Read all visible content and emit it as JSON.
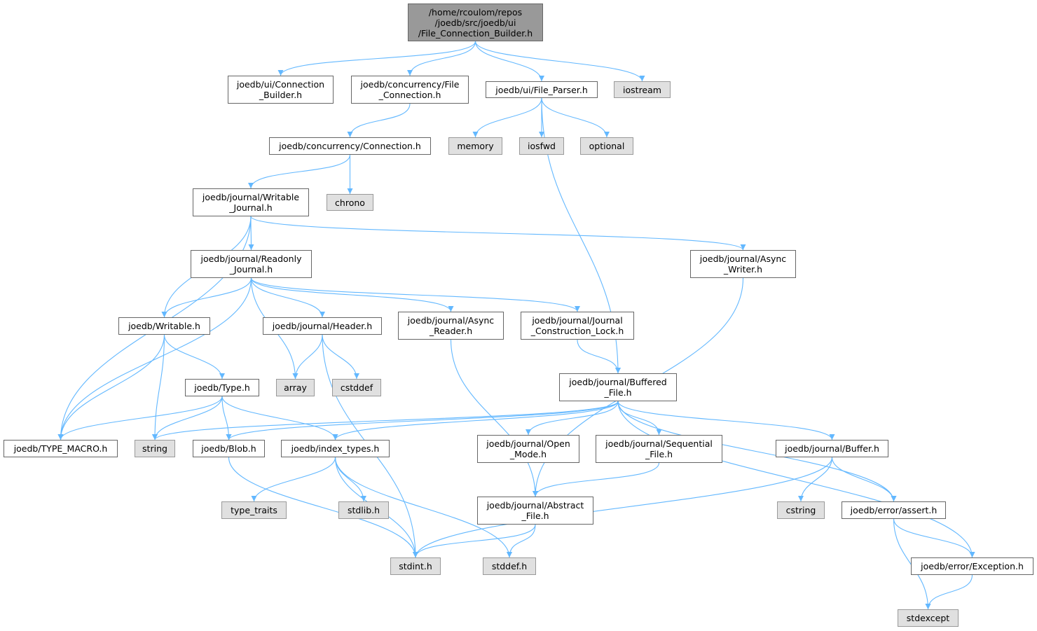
{
  "colors": {
    "edge": "#63b8ff",
    "node_border": "#666666",
    "system_fill": "#e0e0e0",
    "root_fill": "#999999"
  },
  "nodes": {
    "root": [
      "/home/rcoulom/repos",
      "/joedb/src/joedb/ui",
      "/File_Connection_Builder.h"
    ],
    "connection_builder": [
      "joedb/ui/Connection",
      "_Builder.h"
    ],
    "file_connection": [
      "joedb/concurrency/File",
      "_Connection.h"
    ],
    "file_parser": [
      "joedb/ui/File_Parser.h"
    ],
    "iostream": [
      "iostream"
    ],
    "connection": [
      "joedb/concurrency/Connection.h"
    ],
    "memory": [
      "memory"
    ],
    "iosfwd": [
      "iosfwd"
    ],
    "optional": [
      "optional"
    ],
    "chrono": [
      "chrono"
    ],
    "writable_journal": [
      "joedb/journal/Writable",
      "_Journal.h"
    ],
    "readonly_journal": [
      "joedb/journal/Readonly",
      "_Journal.h"
    ],
    "async_writer": [
      "joedb/journal/Async",
      "_Writer.h"
    ],
    "writable": [
      "joedb/Writable.h"
    ],
    "header": [
      "joedb/journal/Header.h"
    ],
    "async_reader": [
      "joedb/journal/Async",
      "_Reader.h"
    ],
    "journal_lock": [
      "joedb/journal/Journal",
      "_Construction_Lock.h"
    ],
    "type": [
      "joedb/Type.h"
    ],
    "array": [
      "array"
    ],
    "cstddef": [
      "cstddef"
    ],
    "buffered_file": [
      "joedb/journal/Buffered",
      "_File.h"
    ],
    "type_macro": [
      "joedb/TYPE_MACRO.h"
    ],
    "string": [
      "string"
    ],
    "blob": [
      "joedb/Blob.h"
    ],
    "index_types": [
      "joedb/index_types.h"
    ],
    "open_mode": [
      "joedb/journal/Open",
      "_Mode.h"
    ],
    "sequential_file": [
      "joedb/journal/Sequential",
      "_File.h"
    ],
    "buffer": [
      "joedb/journal/Buffer.h"
    ],
    "type_traits": [
      "type_traits"
    ],
    "stdlib": [
      "stdlib.h"
    ],
    "abstract_file": [
      "joedb/journal/Abstract",
      "_File.h"
    ],
    "cstring": [
      "cstring"
    ],
    "assert": [
      "joedb/error/assert.h"
    ],
    "stdint": [
      "stdint.h"
    ],
    "stddef": [
      "stddef.h"
    ],
    "exception": [
      "joedb/error/Exception.h"
    ],
    "stdexcept": [
      "stdexcept"
    ]
  },
  "edges": [
    [
      "root",
      "connection_builder"
    ],
    [
      "root",
      "file_connection"
    ],
    [
      "root",
      "file_parser"
    ],
    [
      "root",
      "iostream"
    ],
    [
      "file_connection",
      "connection"
    ],
    [
      "file_parser",
      "memory"
    ],
    [
      "file_parser",
      "iosfwd"
    ],
    [
      "file_parser",
      "optional"
    ],
    [
      "file_parser",
      "buffered_file"
    ],
    [
      "connection",
      "writable_journal"
    ],
    [
      "connection",
      "chrono"
    ],
    [
      "writable_journal",
      "readonly_journal"
    ],
    [
      "writable_journal",
      "async_writer"
    ],
    [
      "writable_journal",
      "writable"
    ],
    [
      "writable_journal",
      "type_macro"
    ],
    [
      "readonly_journal",
      "writable"
    ],
    [
      "readonly_journal",
      "header"
    ],
    [
      "readonly_journal",
      "async_reader"
    ],
    [
      "readonly_journal",
      "journal_lock"
    ],
    [
      "readonly_journal",
      "array"
    ],
    [
      "readonly_journal",
      "type_macro"
    ],
    [
      "async_writer",
      "abstract_file"
    ],
    [
      "writable",
      "type"
    ],
    [
      "writable",
      "string"
    ],
    [
      "writable",
      "type_macro"
    ],
    [
      "header",
      "array"
    ],
    [
      "header",
      "cstddef"
    ],
    [
      "header",
      "stdint"
    ],
    [
      "async_reader",
      "abstract_file"
    ],
    [
      "journal_lock",
      "buffered_file"
    ],
    [
      "type",
      "type_macro"
    ],
    [
      "type",
      "string"
    ],
    [
      "type",
      "blob"
    ],
    [
      "type",
      "index_types"
    ],
    [
      "buffered_file",
      "string"
    ],
    [
      "buffered_file",
      "blob"
    ],
    [
      "buffered_file",
      "index_types"
    ],
    [
      "buffered_file",
      "open_mode"
    ],
    [
      "buffered_file",
      "sequential_file"
    ],
    [
      "buffered_file",
      "buffer"
    ],
    [
      "buffered_file",
      "assert"
    ],
    [
      "buffered_file",
      "exception"
    ],
    [
      "blob",
      "stdint"
    ],
    [
      "index_types",
      "type_traits"
    ],
    [
      "index_types",
      "stdlib"
    ],
    [
      "index_types",
      "stdint"
    ],
    [
      "index_types",
      "stddef"
    ],
    [
      "sequential_file",
      "abstract_file"
    ],
    [
      "buffer",
      "cstring"
    ],
    [
      "buffer",
      "assert"
    ],
    [
      "buffer",
      "stdint"
    ],
    [
      "abstract_file",
      "stdint"
    ],
    [
      "abstract_file",
      "stddef"
    ],
    [
      "assert",
      "exception"
    ],
    [
      "assert",
      "stdexcept"
    ],
    [
      "exception",
      "stdexcept"
    ]
  ]
}
